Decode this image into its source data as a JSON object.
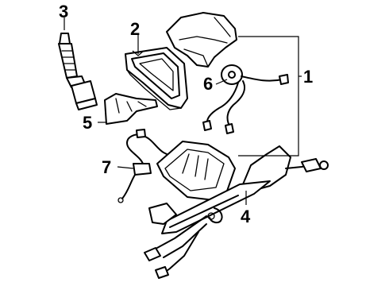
{
  "callouts": {
    "c1": "1",
    "c2": "2",
    "c3": "3",
    "c4": "4",
    "c5": "5",
    "c6": "6",
    "c7": "7"
  }
}
